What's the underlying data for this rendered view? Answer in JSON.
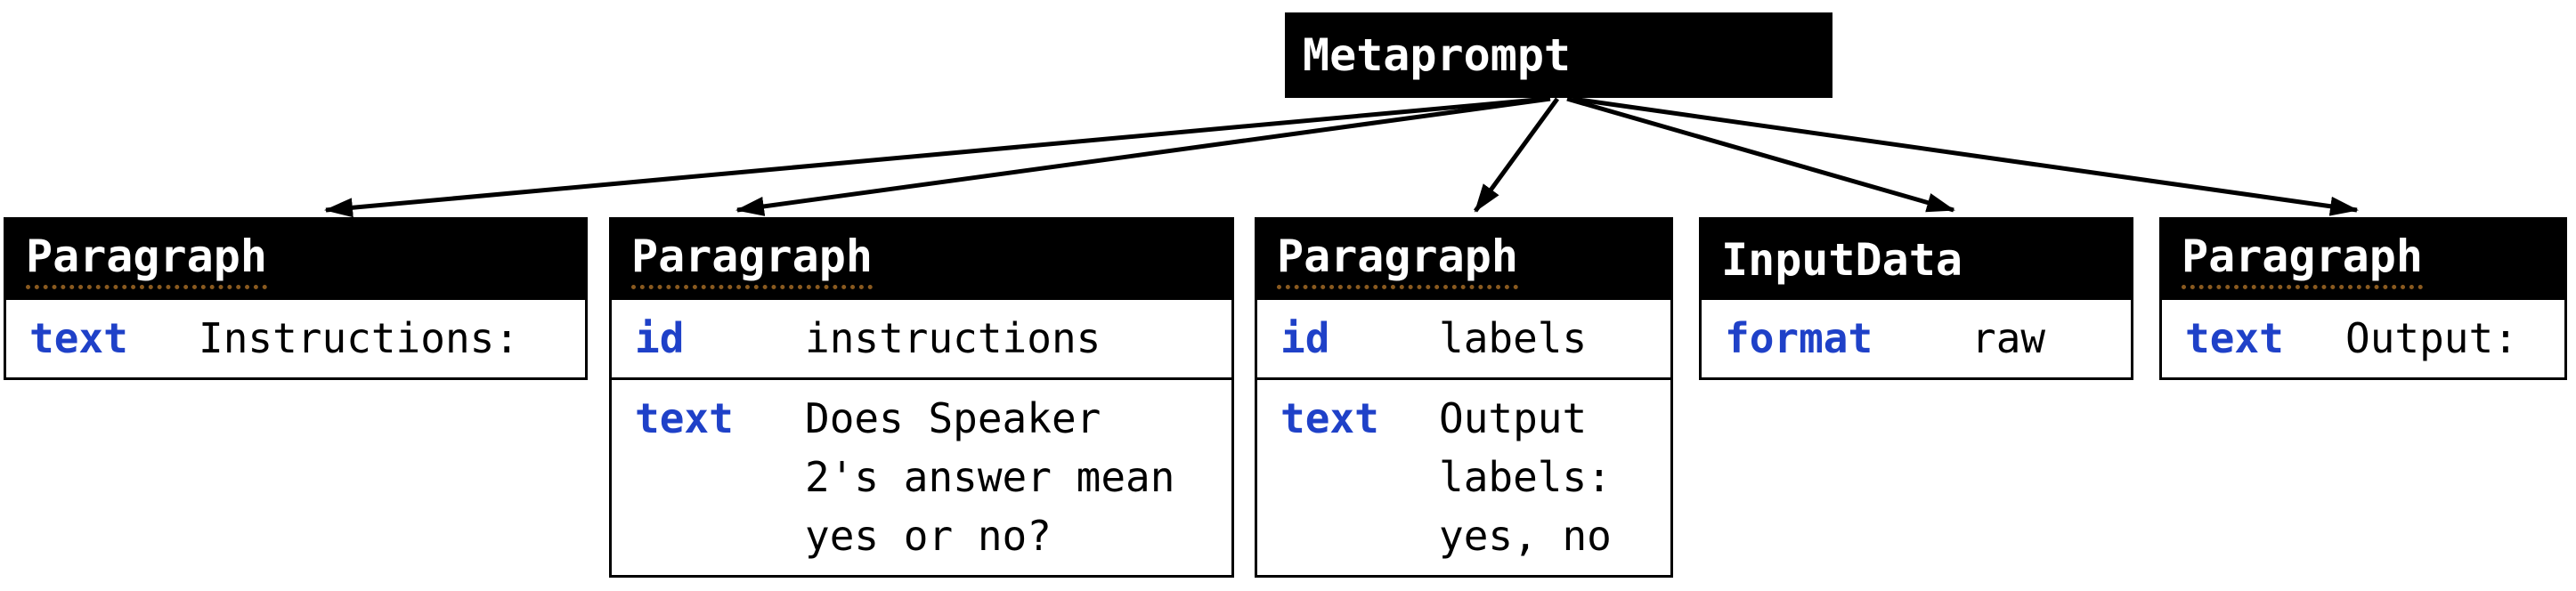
{
  "diagram": {
    "root": {
      "title": "Metaprompt"
    },
    "nodes": [
      {
        "title": "Paragraph",
        "rows": [
          {
            "key": "text",
            "value": "Instructions:"
          }
        ]
      },
      {
        "title": "Paragraph",
        "rows": [
          {
            "key": "id",
            "value": "instructions"
          },
          {
            "key": "text",
            "value": "Does Speaker\n2's answer mean\nyes or no?"
          }
        ]
      },
      {
        "title": "Paragraph",
        "rows": [
          {
            "key": "id",
            "value": "labels"
          },
          {
            "key": "text",
            "value": "Output\nlabels:\nyes, no"
          }
        ]
      },
      {
        "title": "InputData",
        "rows": [
          {
            "key": "format",
            "value": "raw"
          }
        ]
      },
      {
        "title": "Paragraph",
        "rows": [
          {
            "key": "text",
            "value": "Output:"
          }
        ]
      }
    ],
    "edges": [
      {
        "from": "Metaprompt",
        "to": "Paragraph (text: Instructions:)"
      },
      {
        "from": "Metaprompt",
        "to": "Paragraph (id: instructions)"
      },
      {
        "from": "Metaprompt",
        "to": "Paragraph (id: labels)"
      },
      {
        "from": "Metaprompt",
        "to": "InputData (format: raw)"
      },
      {
        "from": "Metaprompt",
        "to": "Paragraph (text: Output:)"
      }
    ],
    "colors": {
      "background": "#ffffff",
      "node_header_bg": "#000000",
      "node_header_text": "#ffffff",
      "attr_key": "#1f41c8",
      "attr_value": "#000000",
      "border": "#000000",
      "arrow": "#000000",
      "underline": "#8a5a1f"
    }
  }
}
